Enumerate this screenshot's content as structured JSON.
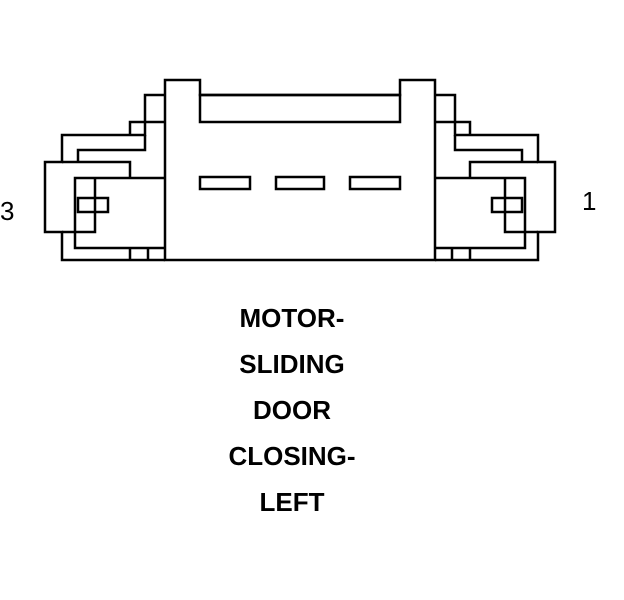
{
  "connector": {
    "pin_left_label": "3",
    "pin_right_label": "1"
  },
  "caption": {
    "lines": [
      "MOTOR-",
      "SLIDING",
      "DOOR",
      "CLOSING-",
      "LEFT"
    ]
  },
  "colors": {
    "line": "#000000",
    "background": "#ffffff"
  }
}
